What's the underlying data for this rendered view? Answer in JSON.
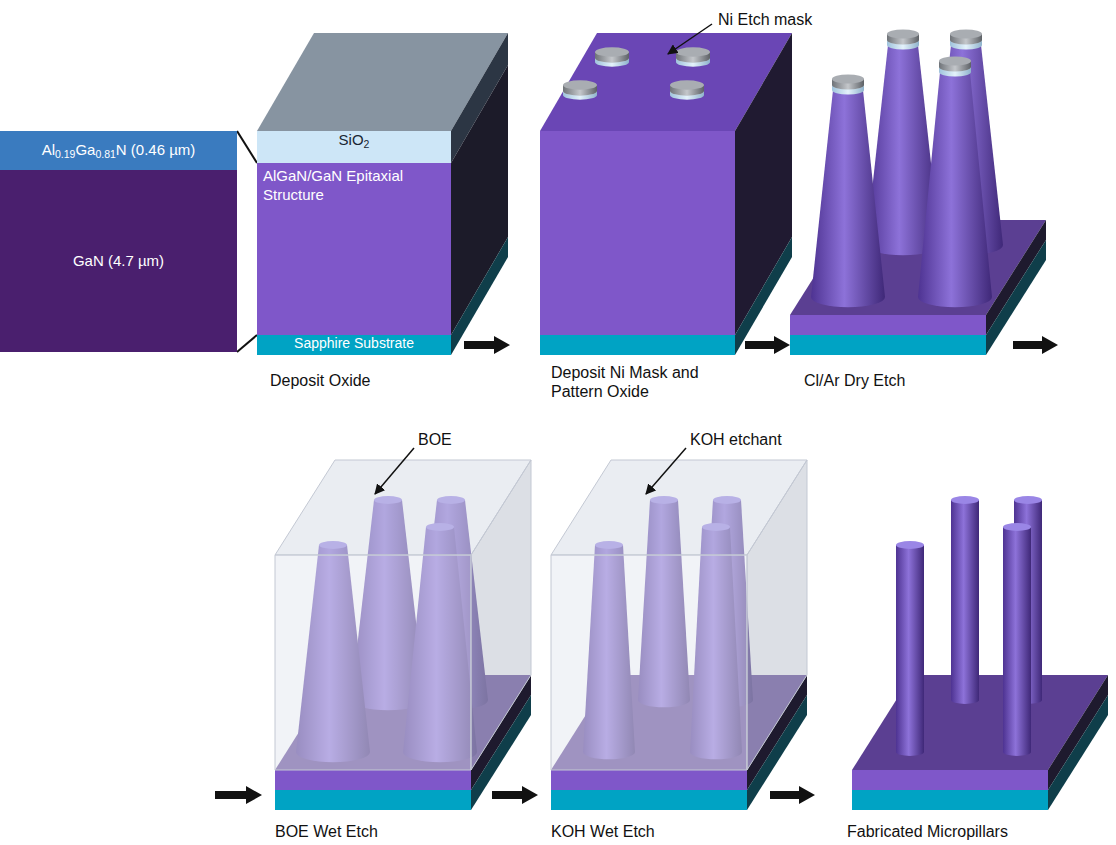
{
  "diagram": {
    "nodes": [
      {
        "text": [
          "Al0.19Ga0.81N (0.46 µm)"
        ]
      },
      {
        "text": [
          "GaN (4.7 µm)"
        ]
      },
      {
        "text": [
          "SiO2"
        ]
      },
      {
        "text": [
          "AlGaN/GaN Epitaxial Structure"
        ]
      },
      {
        "text": [
          "Sapphire Substrate"
        ]
      }
    ],
    "labels": [
      "Deposit Oxide",
      "Ni Etch mask",
      "Deposit Ni Mask and Pattern Oxide",
      "Cl/Ar Dry Etch",
      "BOE",
      "KOH etchant",
      "BOE Wet Etch",
      "KOH Wet Etch",
      "Fabricated Micropillars"
    ]
  }
}
